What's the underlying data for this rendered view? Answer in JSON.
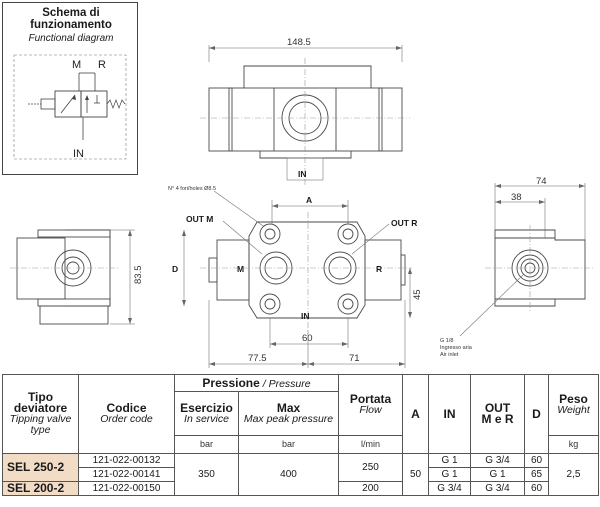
{
  "schema": {
    "title_line1": "Schema di",
    "title_line2": "funzionamento",
    "subtitle": "Functional diagram",
    "port_m": "M",
    "port_r": "R",
    "port_in": "IN"
  },
  "drawing": {
    "dim_overall_width": "148.5",
    "label_in_top": "IN",
    "holes_note": "N° 4 fori/holes Ø8.5",
    "dim_a": "A",
    "label_out_m": "OUT M",
    "label_out_r": "OUT R",
    "label_m": "M",
    "label_r": "R",
    "label_d": "D",
    "label_in_front": "IN",
    "dim_83_5": "83.5",
    "dim_45": "45",
    "dim_60": "60",
    "dim_77_5": "77.5",
    "dim_71": "71",
    "dim_74": "74",
    "dim_38": "38",
    "air_note_1": "G 1/8",
    "air_note_2": "Ingresso aria",
    "air_note_3": "Air inlet"
  },
  "table": {
    "h_tipo": "Tipo deviatore",
    "h_tipo_en": "Tipping valve type",
    "h_codice": "Codice",
    "h_codice_en": "Order code",
    "h_pressione": "Pressione",
    "h_pressione_en": "Pressure",
    "h_esercizio": "Esercizio",
    "h_esercizio_en": "In service",
    "h_max": "Max",
    "h_max_en": "Max peak pressure",
    "h_portata": "Portata",
    "h_portata_en": "Flow",
    "h_a": "A",
    "h_in": "IN",
    "h_out": "OUT",
    "h_out2": "M e R",
    "h_d": "D",
    "h_peso": "Peso",
    "h_peso_en": "Weight",
    "u_bar1": "bar",
    "u_bar2": "bar",
    "u_flow": "l/min",
    "u_kg": "kg",
    "model_1": "SEL 250-2",
    "model_2": "SEL 200-2",
    "code_1": "121-022-00132",
    "code_2": "121-022-00141",
    "code_3": "121-022-00150",
    "esercizio": "350",
    "max": "400",
    "flow_1": "250",
    "flow_2": "200",
    "a": "50",
    "in_1": "G 1",
    "in_2": "G 1",
    "in_3": "G 3/4",
    "out_1": "G 3/4",
    "out_2": "G 1",
    "out_3": "G 3/4",
    "d_1": "60",
    "d_2": "65",
    "d_3": "60",
    "weight": "2,5"
  }
}
